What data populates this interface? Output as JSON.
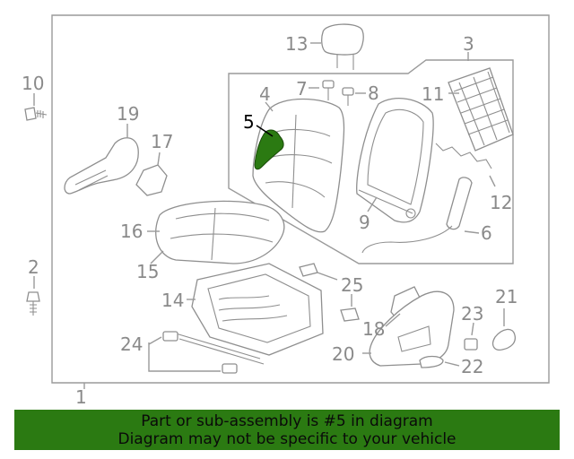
{
  "diagram": {
    "labels": {
      "p1": "1",
      "p2": "2",
      "p3": "3",
      "p4": "4",
      "p5": "5",
      "p6": "6",
      "p7": "7",
      "p8": "8",
      "p9": "9",
      "p10": "10",
      "p11": "11",
      "p12": "12",
      "p13": "13",
      "p14": "14",
      "p15": "15",
      "p16": "16",
      "p17": "17",
      "p18": "18",
      "p19": "19",
      "p20": "20",
      "p21": "21",
      "p22": "22",
      "p23": "23",
      "p24": "24",
      "p25": "25"
    },
    "highlighted_part": "5",
    "highlight_color": "#2b7a12"
  },
  "banner": {
    "line1": "Part or sub-assembly is #5 in diagram",
    "line2": "Diagram may not be specific to your vehicle",
    "background": "#2b7a12"
  }
}
